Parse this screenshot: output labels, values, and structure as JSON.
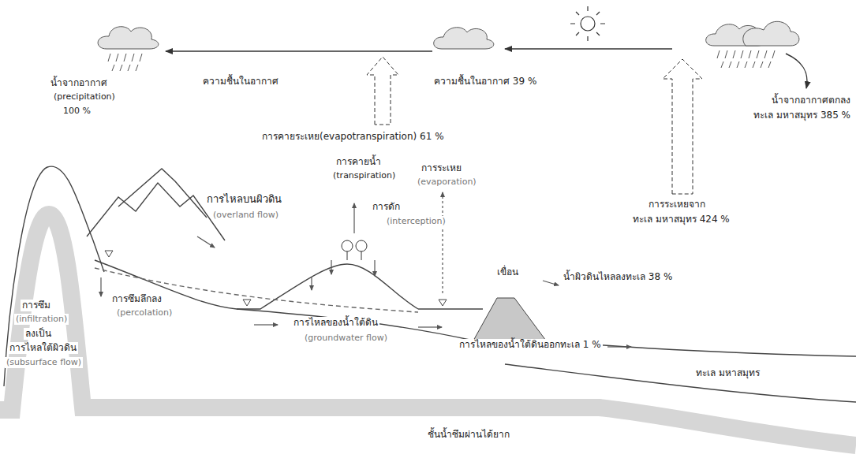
{
  "diagram": {
    "labels": [
      "น้ำจากอากาศ",
      "(precipitation)",
      "100 %",
      "ความชื้นในอากาศ",
      "ความชื้นในอากาศ 39 %",
      "น้ำจากอากาศตกลง",
      "ทะเล มหาสมุทร 385 %",
      "การคายระเหย(evapotranspiration) 61 %",
      "การคายน้ำ",
      "(transpiration)",
      "การระเหย",
      "(evaporation)",
      "การระเหยจาก",
      "ทะเล มหาสมุทร 424 %",
      "การไหลบนผิวดิน",
      "(overland flow)",
      "การดัก",
      "(interception)",
      "เขื่อน",
      "น้ำผิวดินไหลลงทะเล 38 %",
      "การซึม",
      "(infiltration)",
      "ลงเป็น",
      "การไหลใต้ผิวดิน",
      "(subsurface flow)",
      "การซึมลึกลง",
      "(percolation)",
      "การไหลของน้ำใต้ดิน",
      "(groundwater flow)",
      "การไหลของน้ำใต้ดินออกทะเล 1 %",
      "ทะเล มหาสมุทร",
      "ชั้นน้ำซึมผ่านได้ยาก"
    ]
  }
}
